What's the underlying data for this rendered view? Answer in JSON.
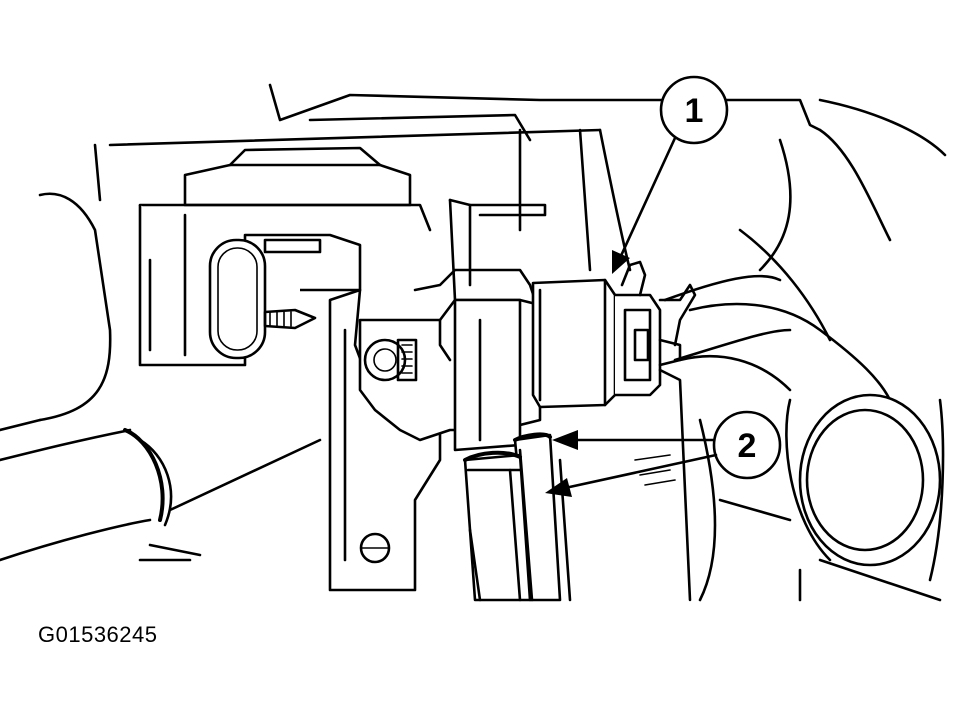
{
  "callouts": [
    {
      "label": "1"
    },
    {
      "label": "2"
    }
  ],
  "figure_code": "G01536245"
}
